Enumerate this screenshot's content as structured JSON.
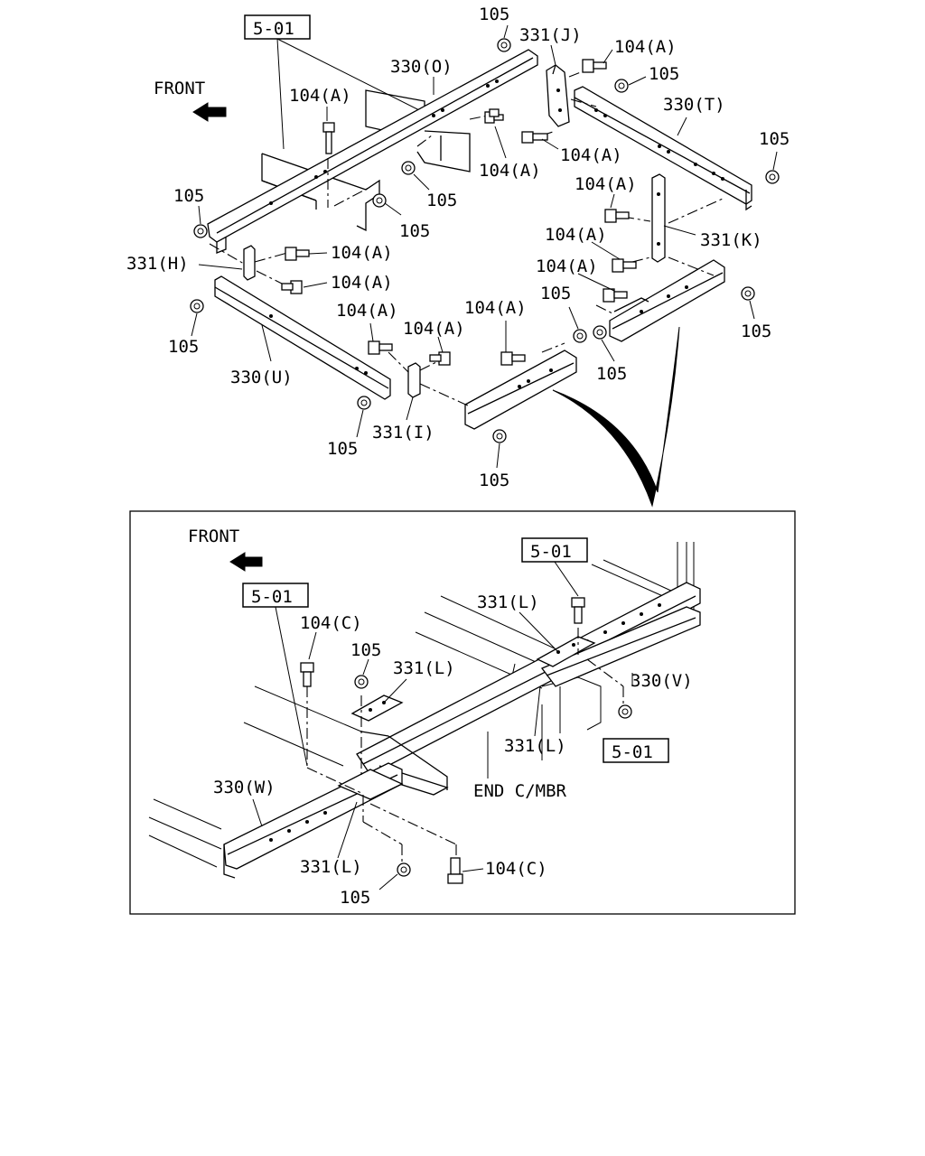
{
  "top_view": {
    "front_label": "FRONT",
    "ref_box": "5-01",
    "labels": {
      "nut_top": "105",
      "bracket_j": "331(J)",
      "bolt_a_top_right": "104(A)",
      "nut_top_right": "105",
      "member_o": "330(O)",
      "member_t": "330(T)",
      "nut_far_right": "105",
      "bolt_a_left": "104(A)",
      "bolt_a_center": "104(A)",
      "bolt_a_center_right": "104(A)",
      "nut_center_1": "105",
      "nut_center_2": "105",
      "bolt_a_right_1": "104(A)",
      "bracket_k": "331(K)",
      "nut_left": "105",
      "bracket_h": "331(H)",
      "bolt_a_h1": "104(A)",
      "bolt_a_h2": "104(A)",
      "bolt_a_right_2": "104(A)",
      "bolt_a_right_3": "104(A)",
      "nut_right_lower": "105",
      "nut_left_lower": "105",
      "bolt_a_u1": "104(A)",
      "bolt_a_u2": "104(A)",
      "bolt_a_mid": "104(A)",
      "nut_mid_right": "105",
      "nut_k_right": "105",
      "member_u": "330(U)",
      "nut_bottom_left": "105",
      "bracket_i": "331(I)",
      "nut_bottom": "105"
    }
  },
  "detail_view": {
    "front_label": "FRONT",
    "ref_box_right": "5-01",
    "ref_box_left": "5-01",
    "ref_box_lower": "5-01",
    "labels": {
      "bolt_c_top": "104(C)",
      "nut_top": "105",
      "bracket_l_top": "331(L)",
      "bracket_l_upper_right": "331(L)",
      "member_v": "330(V)",
      "bracket_l_center": "331(L)",
      "end_cmbr": "END C/MBR",
      "member_w": "330(W)",
      "bracket_l_bottom": "331(L)",
      "bolt_c_bottom": "104(C)",
      "nut_bottom": "105"
    }
  }
}
